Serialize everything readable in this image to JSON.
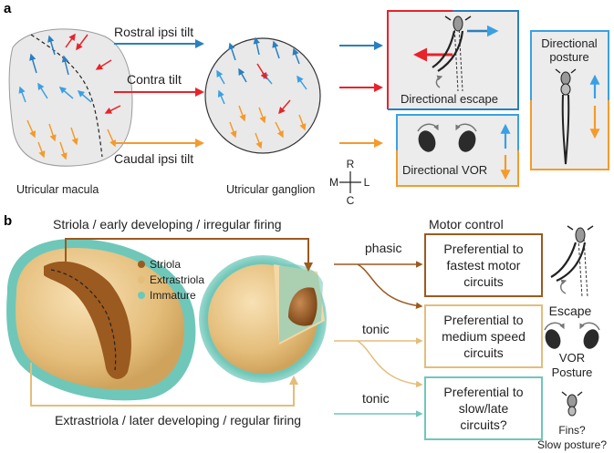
{
  "panel_a": {
    "letter": "a",
    "macula_label": "Utricular macula",
    "ganglion_label": "Utricular ganglion",
    "inputs": [
      {
        "label": "Rostral ipsi tilt",
        "color": "#2a7fc0"
      },
      {
        "label": "Contra tilt",
        "color": "#e8232a"
      },
      {
        "label": "Caudal ipsi tilt",
        "color": "#f39b2c"
      }
    ],
    "escape_label": "Directional escape",
    "vor_label": "Directional VOR",
    "posture_label_1": "Directional",
    "posture_label_2": "posture",
    "compass": {
      "up": "R",
      "down": "C",
      "left": "M",
      "right": "L"
    }
  },
  "panel_b": {
    "letter": "b",
    "top_label": "Striola / early developing / irregular firing",
    "bottom_label": "Extrastriola / later developing / regular firing",
    "legend": [
      {
        "label": "Striola",
        "color": "#9b5a1f"
      },
      {
        "label": "Extrastriola",
        "color": "#e4bd7a"
      },
      {
        "label": "Immature",
        "color": "#6fc7b9"
      }
    ],
    "motor_control_label": "Motor control",
    "pathways": [
      {
        "type": "phasic",
        "color": "#9b5a1f",
        "lines": [
          "Preferential to",
          "fastest motor",
          "circuits"
        ]
      },
      {
        "type": "tonic",
        "color": "#e4bd7a",
        "lines": [
          "Preferential to",
          "medium speed",
          "circuits"
        ]
      },
      {
        "type": "tonic",
        "color": "#6fc7b9",
        "lines": [
          "Preferential to",
          "slow/late",
          "circuits?"
        ]
      }
    ],
    "outcomes": {
      "escape": "Escape",
      "vor": "VOR",
      "posture": "Posture",
      "fins": "Fins?",
      "slow_posture": "Slow posture?"
    }
  }
}
